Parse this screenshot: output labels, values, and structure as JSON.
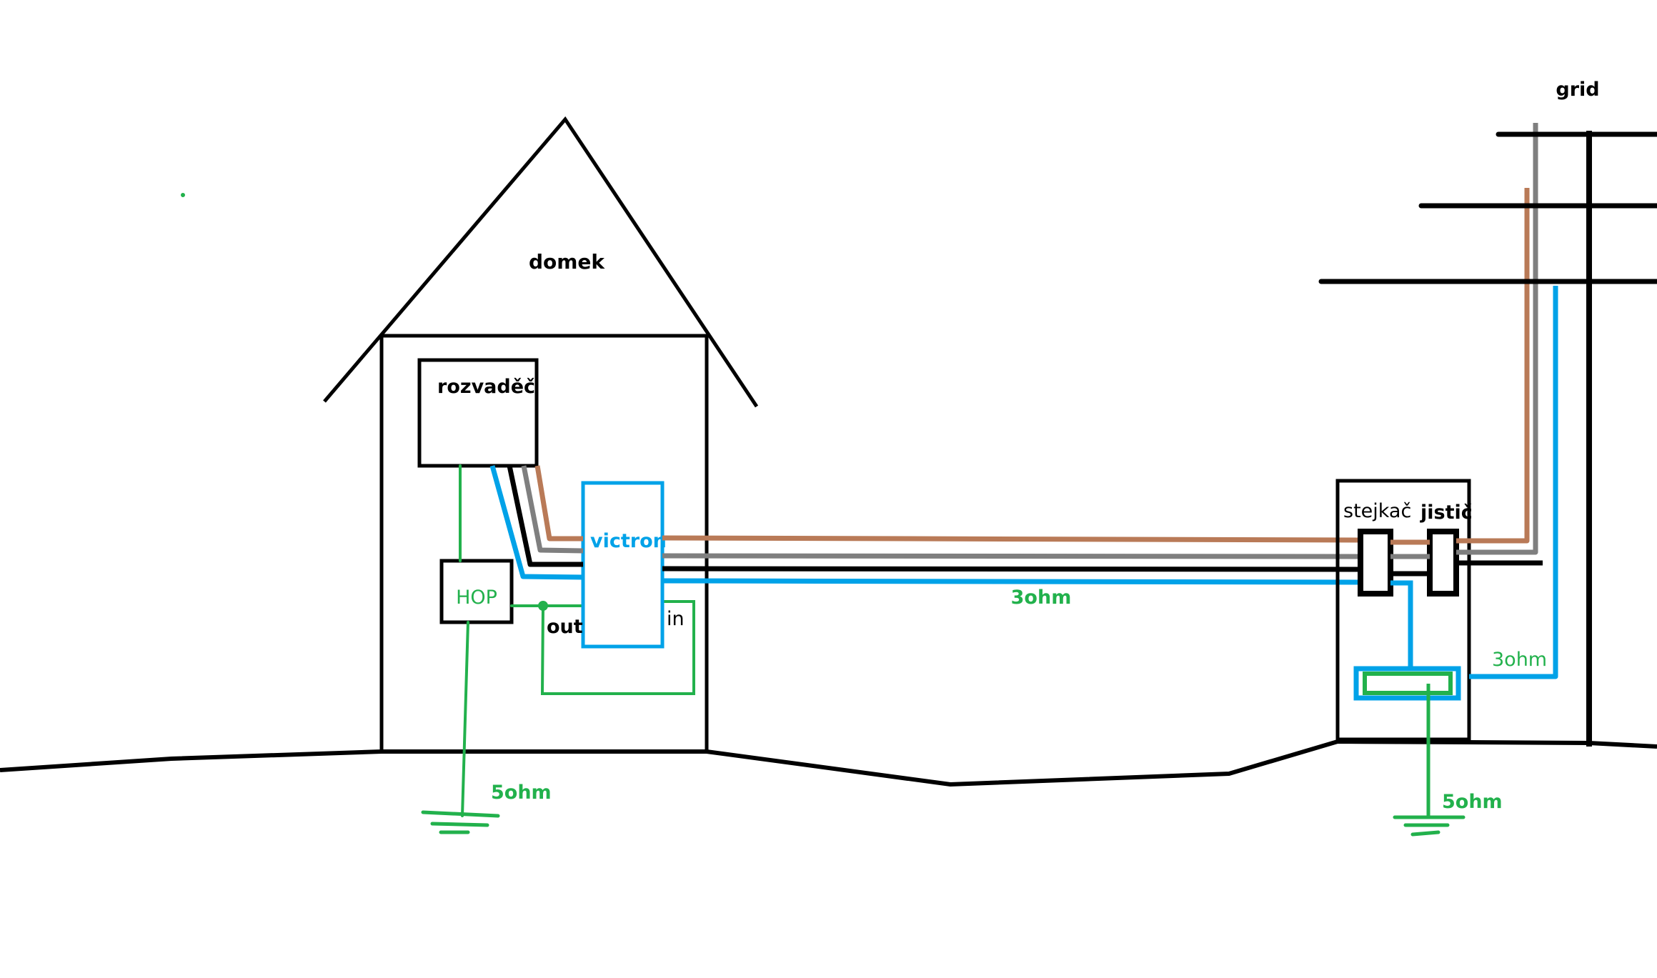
{
  "labels": {
    "house": "domek",
    "distribution_board": "rozvaděč",
    "hop": "HOP",
    "inverter": "victron",
    "inverter_out": "out",
    "inverter_in": "in",
    "contactor": "stejkač",
    "breaker": "jistič",
    "grid": "grid",
    "cable_resistance": "3ohm",
    "pen_resistance": "3ohm",
    "house_ground": "5ohm",
    "meter_ground": "5ohm"
  },
  "colors": {
    "outline": "#000000",
    "brown_wire": "#b97a57",
    "grey_wire": "#7f7f7f",
    "black_wire": "#000000",
    "blue_wire": "#00a2e8",
    "ground_wire": "#22b14c"
  }
}
